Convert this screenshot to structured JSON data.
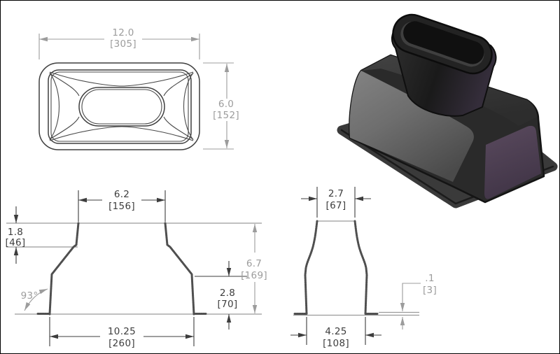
{
  "colors": {
    "background": "#ffffff",
    "dim_text_dark": "#3d3d3d",
    "dim_text_grey": "#9c9c9c",
    "reference_line_grey": "#9a9a9a",
    "section_wall_line": "#4f4f4f",
    "render_front_face_grey": "#6f6f6f",
    "render_body_dark": "#2a2a2a",
    "render_collar_black": "#1f1f1f",
    "render_end_face_purple": "#4e4152",
    "render_flange_dark": "#3a3a3a"
  },
  "dims": {
    "top_width": {
      "value": "12.0",
      "metric": "[305]"
    },
    "top_depth": {
      "value": "6.0",
      "metric": "[152]"
    },
    "front_neck_width": {
      "value": "6.2",
      "metric": "[156]"
    },
    "front_neck_height": {
      "value": "1.8",
      "metric": "[46]"
    },
    "front_base_angle": {
      "value": "93°"
    },
    "front_base_width": {
      "value": "10.25",
      "metric": "[260]"
    },
    "front_lower_height": {
      "value": "2.8",
      "metric": "[70]"
    },
    "front_total_height": {
      "value": "6.7",
      "metric": "[169]"
    },
    "side_neck_width": {
      "value": "2.7",
      "metric": "[67]"
    },
    "side_flange_thickness": {
      "value": ".1",
      "metric": "[3]"
    },
    "side_base_width": {
      "value": "4.25",
      "metric": "[108]"
    }
  }
}
